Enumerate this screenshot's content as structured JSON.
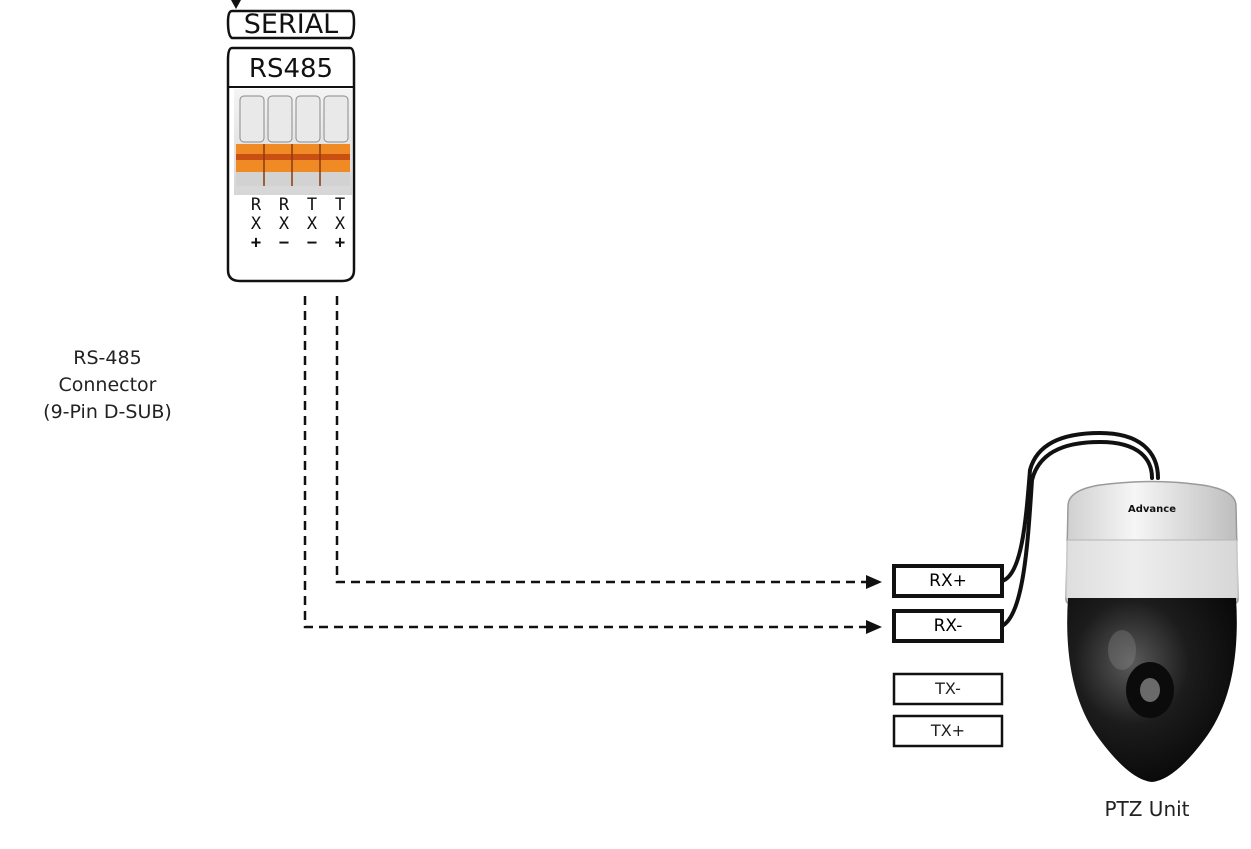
{
  "serial_block": {
    "header": "SERIAL",
    "subheader": "RS485",
    "pin_labels": [
      {
        "top": "R",
        "mid": "X",
        "sign": "+"
      },
      {
        "top": "R",
        "mid": "X",
        "sign": "−"
      },
      {
        "top": "T",
        "mid": "X",
        "sign": "−"
      },
      {
        "top": "T",
        "mid": "X",
        "sign": "+"
      }
    ]
  },
  "connector_label": {
    "line1": "RS-485",
    "line2": "Connector",
    "line3": "(9-Pin D-SUB)"
  },
  "ptz_terminals": [
    "RX+",
    "RX-",
    "TX-",
    "TX+"
  ],
  "camera": {
    "brand": "Advance"
  },
  "ptz_label": "PTZ Unit",
  "colors": {
    "line": "#111111",
    "terminal_orange": "#f08a24",
    "camera_dome": "#141414",
    "camera_housing": "#ececec"
  }
}
